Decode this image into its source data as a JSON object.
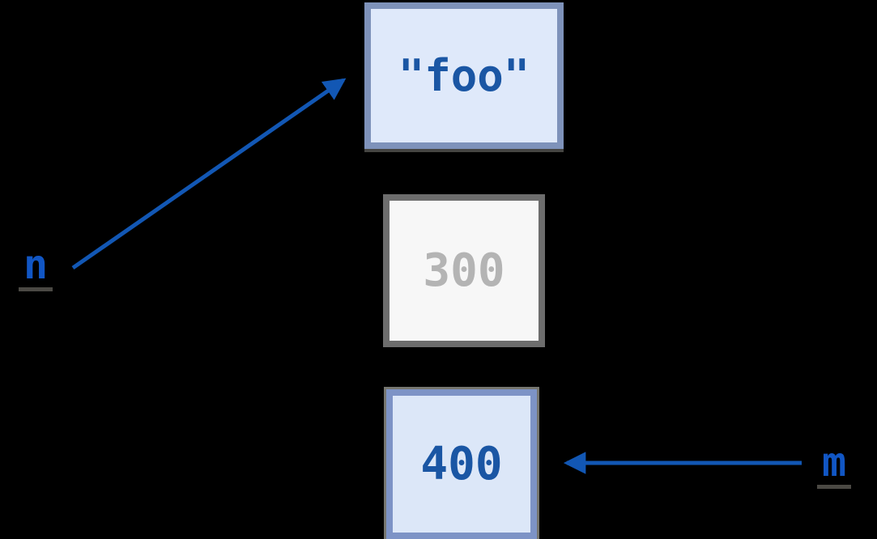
{
  "diagram": {
    "description": "Variable reference diagram: names pointing to objects in memory",
    "background_color": "#000000",
    "variables": [
      {
        "id": "n",
        "label": "n",
        "points_to": "foo"
      },
      {
        "id": "m",
        "label": "m",
        "points_to": "num400"
      }
    ],
    "objects": [
      {
        "id": "foo",
        "value": "\"foo\"",
        "state": "referenced",
        "fill": "#dfe9fa",
        "border": "#7e92ba",
        "text_color": "#1a56a4"
      },
      {
        "id": "num300",
        "value": "300",
        "state": "unreferenced",
        "fill": "#f7f7f7",
        "border": "#6d6d6d",
        "text_color": "#b4b4b4"
      },
      {
        "id": "num400",
        "value": "400",
        "state": "referenced",
        "fill": "#dce7f8",
        "border": "#7d93c6",
        "text_color": "#1a56a4"
      }
    ],
    "arrows": [
      {
        "id": "n-to-foo",
        "from": "n",
        "to": "foo",
        "color": "#1257b4"
      },
      {
        "id": "m-to-num400",
        "from": "m",
        "to": "num400",
        "color": "#1257b4"
      }
    ],
    "colors": {
      "arrow_blue": "#1257b4",
      "label_blue": "#1156c4",
      "value_blue": "#1a56a4",
      "muted_gray": "#b4b4b4"
    }
  }
}
